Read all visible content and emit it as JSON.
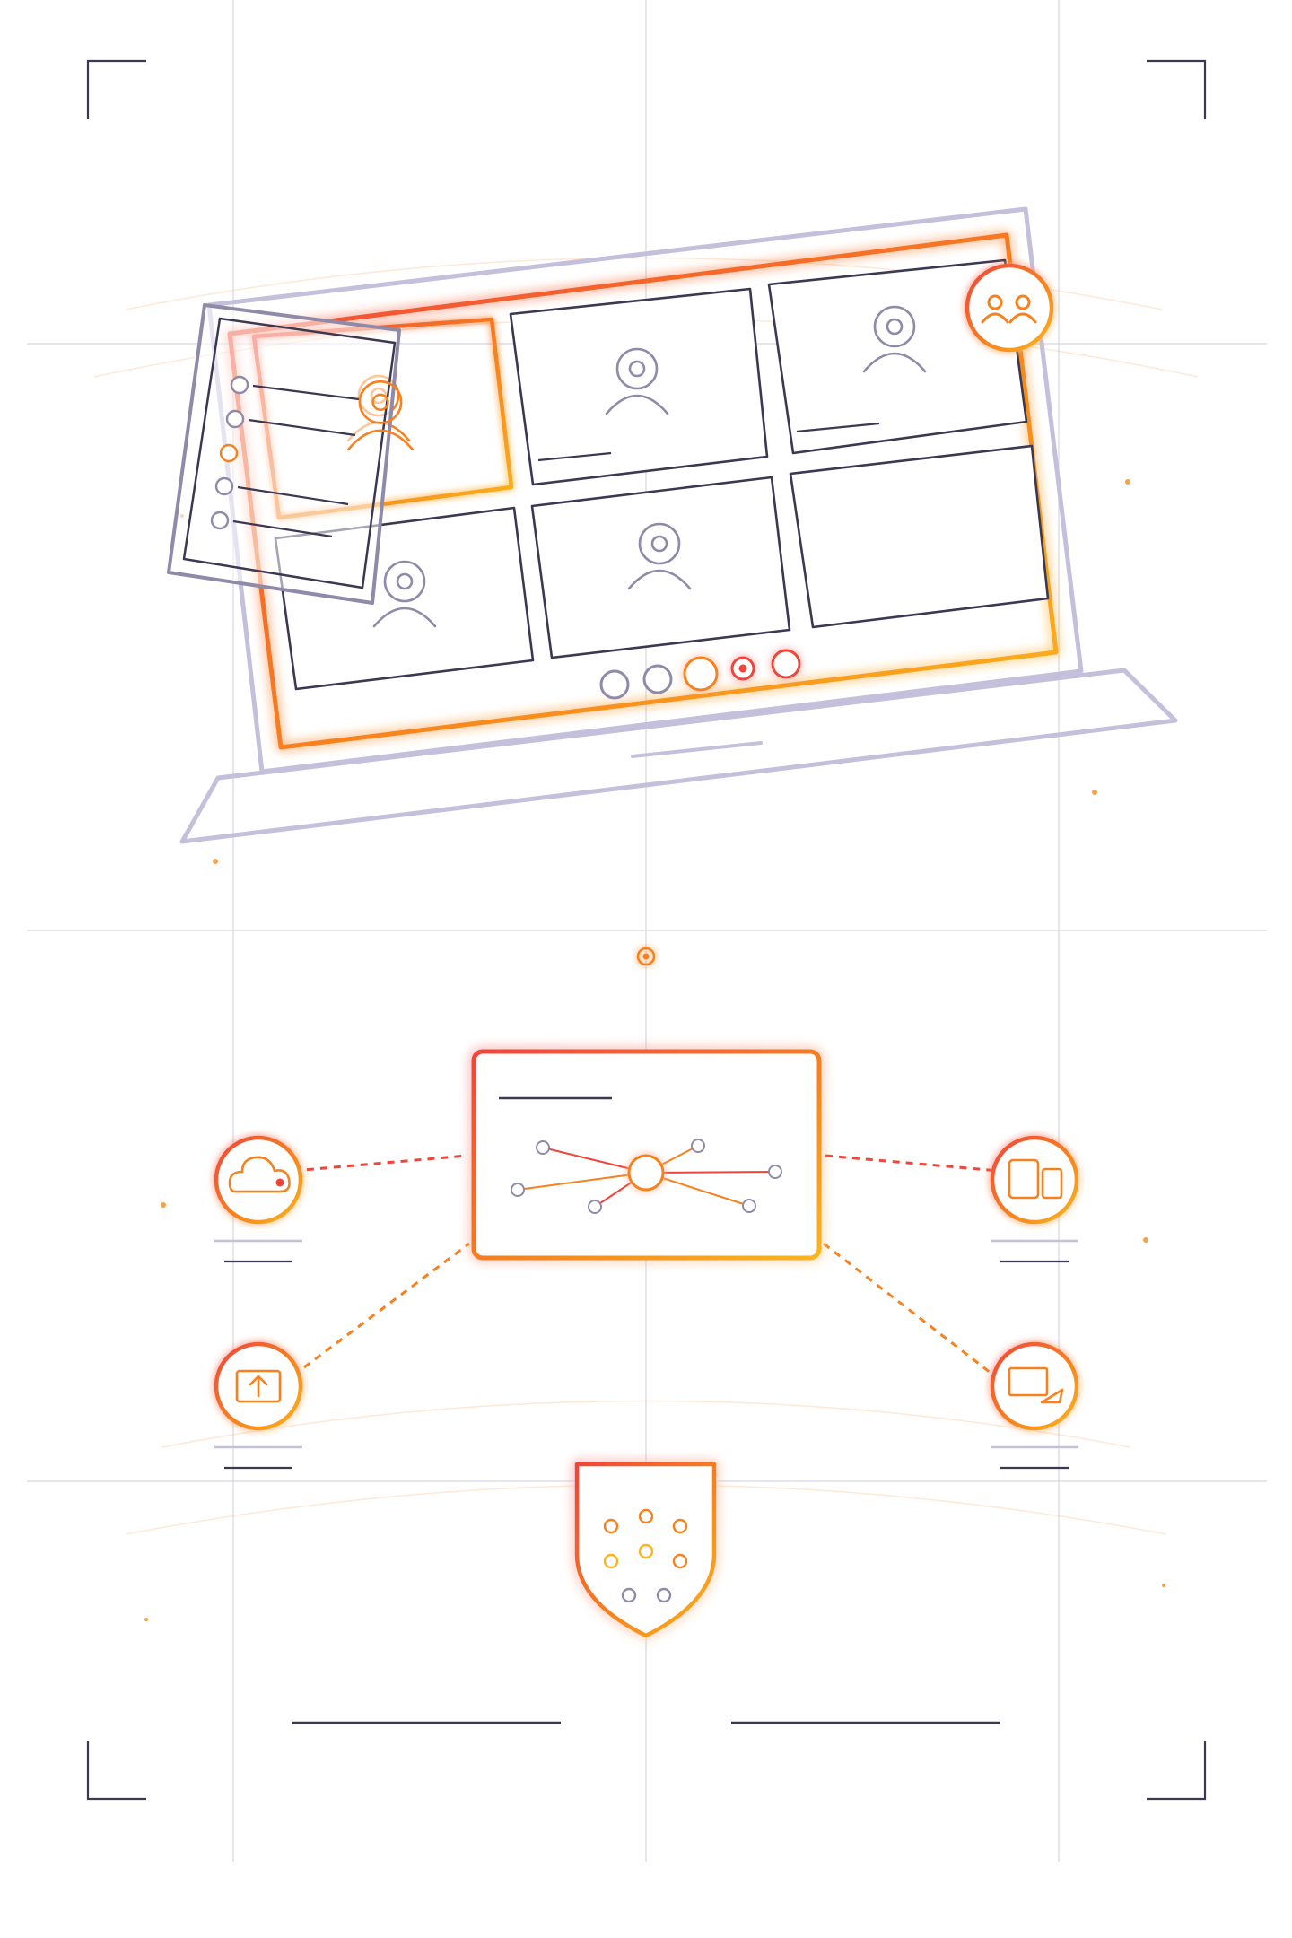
{
  "colors": {
    "background": "#ffffff",
    "grid_line": "#d6d6de",
    "outline_dark": "#3a3852",
    "outline_muted": "#8e8aa8",
    "laptop_lavender": "#c4c0dc",
    "accent_red": "#f0453a",
    "accent_orange": "#f7811f",
    "accent_yellow": "#fbb51b"
  },
  "icons": {
    "participant": "user-icon",
    "group": "users-icon",
    "cloud": "cloud-icon",
    "upload": "upload-icon",
    "devices": "devices-icon",
    "whiteboard": "whiteboard-icon",
    "shield": "shield-icon",
    "hub": "network-hub-icon"
  },
  "meeting": {
    "tiles": [
      {
        "id": "tile-1",
        "avatar": "user-icon",
        "highlighted": true
      },
      {
        "id": "tile-2",
        "avatar": "user-icon",
        "highlighted": false
      },
      {
        "id": "tile-3",
        "avatar": "user-icon",
        "highlighted": false
      },
      {
        "id": "tile-4",
        "avatar": "user-icon",
        "highlighted": false
      },
      {
        "id": "tile-5",
        "avatar": "user-icon",
        "highlighted": false
      },
      {
        "id": "tile-6",
        "avatar": "",
        "highlighted": false
      }
    ],
    "controls": [
      "control-1",
      "control-2",
      "control-3",
      "record",
      "end-call"
    ],
    "participant_panel_rows": 5
  },
  "integrations": {
    "left": [
      "cloud-icon",
      "upload-icon"
    ],
    "right": [
      "devices-icon",
      "whiteboard-icon"
    ],
    "hub": "network-hub-icon",
    "security": "shield-icon"
  }
}
